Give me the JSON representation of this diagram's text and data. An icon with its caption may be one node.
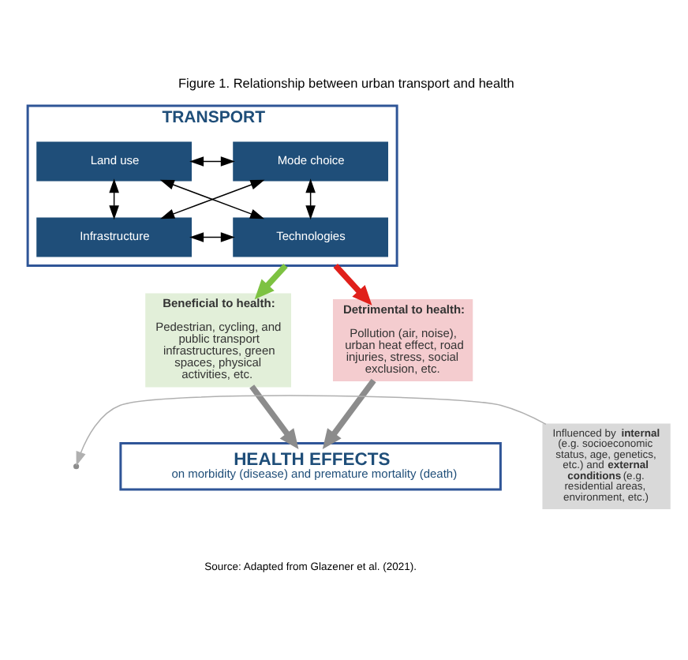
{
  "diagram": {
    "title": "Figure 1. Relationship between urban transport and health",
    "caption": "Source: Adapted from Glazener et al. (2021).",
    "nodes": [
      {
        "text": [
          "TRANSPORT"
        ]
      },
      {
        "text": [
          "Land use"
        ],
        "in": 0
      },
      {
        "text": [
          "Mode choice"
        ],
        "in": 0
      },
      {
        "text": [
          "Infrastructure"
        ],
        "in": 0
      },
      {
        "text": [
          "Technologies"
        ],
        "in": 0
      },
      {
        "text": [
          "Beneficial to health:",
          "Pedestrian, cycling, and public transport infrastructures, green spaces, physical activities, etc."
        ]
      },
      {
        "text": [
          "Detrimental to health:",
          "Pollution (air, noise), urban heat effect, road injuries, stress, social exclusion, etc."
        ]
      },
      {
        "text": [
          "Influenced by **internal** (e.g. socioeconomic status, age, genetics, etc.) and **external** **conditions** (e.g. residential areas, environment, etc.)"
        ]
      },
      {
        "text": [
          "HEALTH EFFECTS",
          "on morbidity (disease) and premature mortality (death)"
        ]
      }
    ],
    "edges": [
      {
        "from": 1,
        "to": 2,
        "arrow": "both"
      },
      {
        "from": 1,
        "to": 3,
        "arrow": "both"
      },
      {
        "from": 2,
        "to": 4,
        "arrow": "both"
      },
      {
        "from": 1,
        "to": 4,
        "arrow": "both"
      },
      {
        "from": 3,
        "to": 2,
        "arrow": "both"
      },
      {
        "from": 3,
        "to": 4,
        "arrow": "both"
      },
      {
        "from": 0,
        "to": 5,
        "arrow": "to",
        "style": "thick",
        "color": "#7dc242"
      },
      {
        "from": 0,
        "to": 6,
        "arrow": "to",
        "style": "thick",
        "color": "#e0201b"
      },
      {
        "from": 5,
        "to": 8,
        "arrow": "to",
        "style": "thick",
        "color": "#8c8c8c"
      },
      {
        "from": 6,
        "to": 8,
        "arrow": "to",
        "style": "thick",
        "color": "#8c8c8c"
      },
      {
        "from": 7,
        "to": null,
        "arrow": "to",
        "color": "#b0b0b0"
      }
    ]
  }
}
